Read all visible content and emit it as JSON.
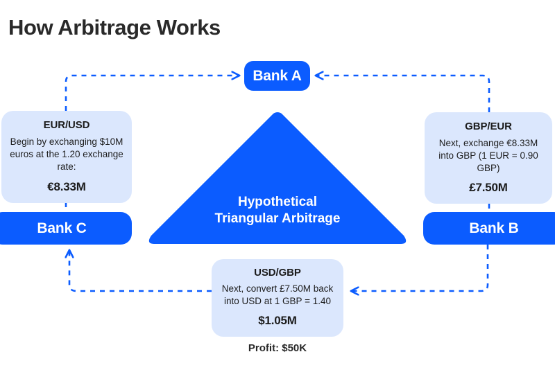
{
  "page": {
    "title": "How Arbitrage Works",
    "background_color": "#ffffff",
    "accent_blue": "#0b5cff",
    "card_blue": "#dbe7fd",
    "text_dark": "#292929"
  },
  "triangle": {
    "label_line1": "Hypothetical",
    "label_line2": "Triangular Arbitrage",
    "fill_color": "#0b5cff"
  },
  "banks": [
    {
      "id": "bank-a",
      "label": "Bank A"
    },
    {
      "id": "bank-b",
      "label": "Bank B"
    },
    {
      "id": "bank-c",
      "label": "Bank C"
    }
  ],
  "cards": [
    {
      "id": "eur-usd",
      "pair": "EUR/USD",
      "description": "Begin by exchanging $10M euros at the 1.20 exchange rate:",
      "amount": "€8.33M"
    },
    {
      "id": "gbp-eur",
      "pair": "GBP/EUR",
      "description": "Next, exchange €8.33M into GBP (1 EUR = 0.90 GBP)",
      "amount": "£7.50M"
    },
    {
      "id": "usd-gbp",
      "pair": "USD/GBP",
      "description": "Next, convert £7.50M back into USD at 1 GBP = 1.40",
      "amount": "$1.05M"
    }
  ],
  "footer": {
    "profit": "Profit: $50K"
  },
  "chart_data": {
    "type": "diagram",
    "title": "How Arbitrage Works",
    "nodes": [
      {
        "name": "Bank A",
        "type": "bank"
      },
      {
        "name": "Bank B",
        "type": "bank"
      },
      {
        "name": "Bank C",
        "type": "bank"
      },
      {
        "name": "EUR/USD",
        "type": "exchange-step",
        "amount": "€8.33M"
      },
      {
        "name": "GBP/EUR",
        "type": "exchange-step",
        "amount": "£7.50M"
      },
      {
        "name": "USD/GBP",
        "type": "exchange-step",
        "amount": "$1.05M"
      }
    ],
    "edges": [
      {
        "from": "EUR/USD",
        "to": "Bank A",
        "style": "dashed"
      },
      {
        "from": "GBP/EUR",
        "to": "Bank A",
        "style": "dashed"
      },
      {
        "from": "USD/GBP",
        "to": "Bank C",
        "style": "dashed"
      },
      {
        "from": "Bank B",
        "to": "USD/GBP",
        "style": "dashed"
      }
    ],
    "annotation": "Profit: $50K"
  }
}
